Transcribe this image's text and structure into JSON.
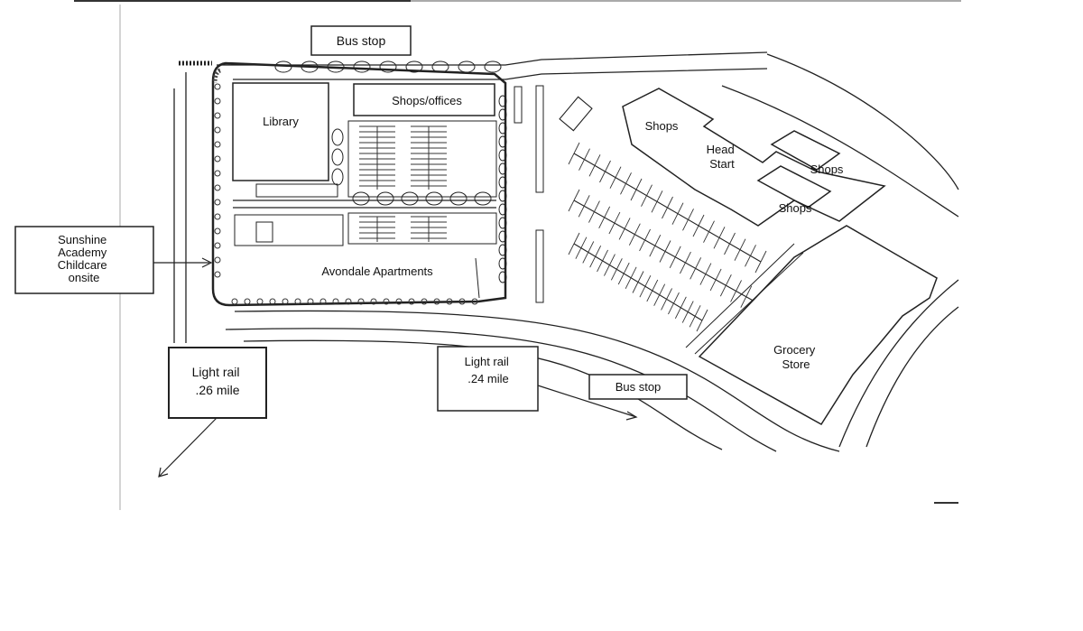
{
  "labels": {
    "bus_stop_top": "Bus stop",
    "bus_stop_bottom": "Bus stop",
    "library": "Library",
    "shops_offices": "Shops/offices",
    "avondale": "Avondale Apartments",
    "shops_1": "Shops",
    "head_start": [
      "Head",
      "Start"
    ],
    "shops_2": "Shops",
    "shops_3": "Shops",
    "grocery": [
      "Grocery",
      "Store"
    ],
    "childcare": [
      "Sunshine",
      "Academy",
      "Childcare",
      "onsite"
    ],
    "light_rail_left": [
      "Light rail",
      ".26 mile"
    ],
    "light_rail_right": [
      "Light rail",
      ".24 mile"
    ]
  }
}
